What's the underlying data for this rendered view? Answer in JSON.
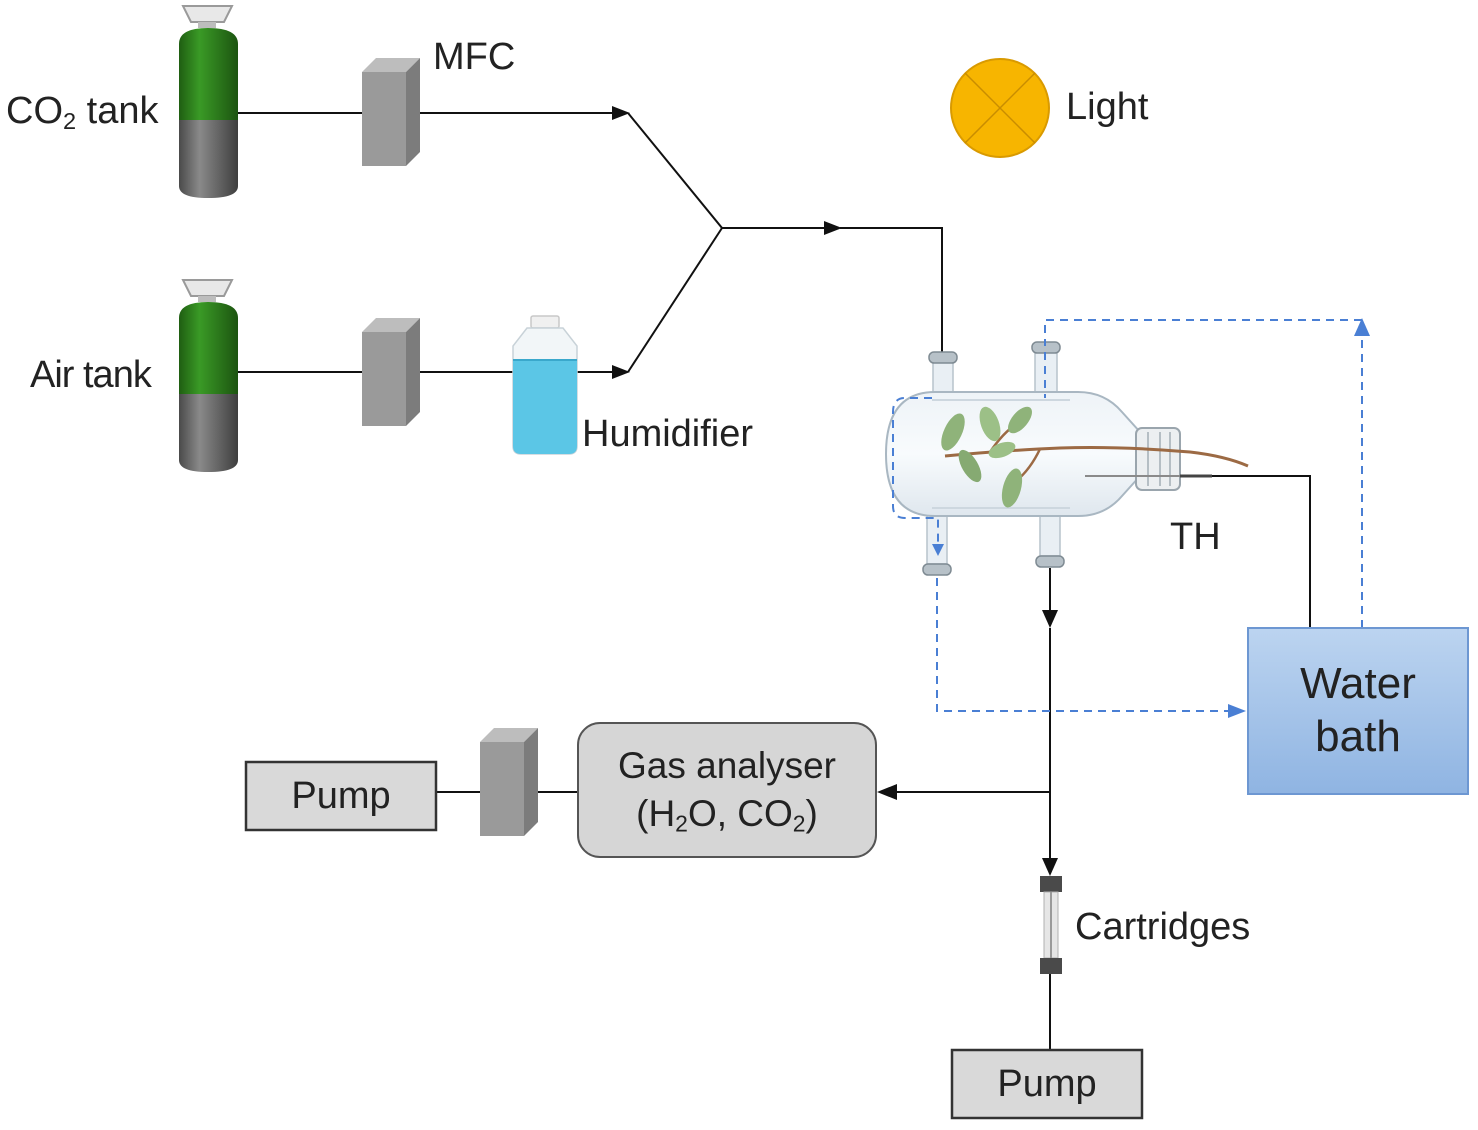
{
  "labels": {
    "co2_tank_prefix": "CO",
    "co2_tank_sub": "2",
    "co2_tank_suffix": " tank",
    "air_tank": "Air tank",
    "mfc": "MFC",
    "light": "Light",
    "humidifier": "Humidifier",
    "th": "TH",
    "water_bath_line1": "Water",
    "water_bath_line2": "bath",
    "gas_analyser_line1": "Gas analyser",
    "gas_analyser_line2_a": "(H",
    "gas_analyser_line2_sub1": "2",
    "gas_analyser_line2_b": "O, CO",
    "gas_analyser_line2_sub2": "2",
    "gas_analyser_line2_c": ")",
    "pump_left": "Pump",
    "pump_bottom": "Pump",
    "cartridges": "Cartridges"
  },
  "colors": {
    "tank_green": "#2e7d1e",
    "tank_grey": "#6b6b6b",
    "mfc_grey": "#9a9a9a",
    "light_fill": "#f7b500",
    "water_line": "#4a7fd4",
    "water_bath_fill": "#a9c6ea",
    "humidifier_water": "#5bc6e6",
    "analyser_fill": "#d6d6d6",
    "pump_fill": "#d9d9d9"
  }
}
